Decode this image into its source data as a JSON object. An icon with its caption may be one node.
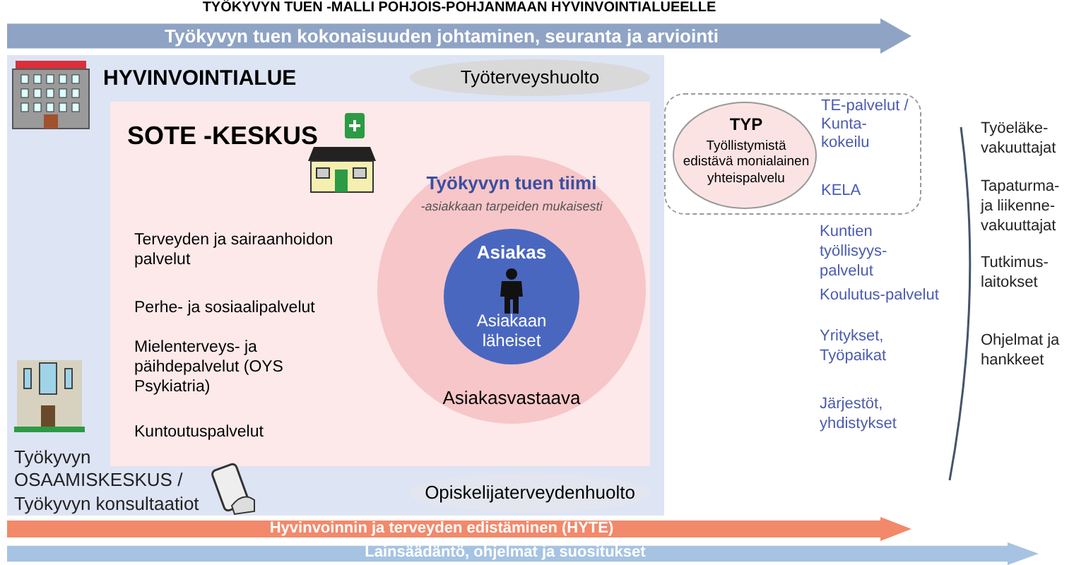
{
  "diagram": {
    "title": "TYÖKYVYN TUEN -MALLI POHJOIS-POHJANMAAN HYVINVOINTIALUEELLE",
    "nodes": [
      {
        "text": [
          "Työkyvyn tuen kokonaisuuden johtaminen, seuranta ja arviointi"
        ]
      },
      {
        "text": [
          "HYVINVOINTIALUE"
        ]
      },
      {
        "text": [
          "Työterveyshuolto"
        ],
        "in": 1
      },
      {
        "text": [
          "SOTE -KESKUS",
          "Terveyden ja sairaanhoidon palvelut",
          "Perhe- ja sosiaalipalvelut",
          "Mielenterveys- ja päihdepalvelut (OYS Psykiatria)",
          "Kuntoutuspalvelut"
        ],
        "in": 1
      },
      {
        "text": [
          "Työkyvyn tuen tiimi",
          "-asiakkaan tarpeiden mukaisesti",
          "Asiakasvastaava"
        ],
        "in": 3
      },
      {
        "text": [
          "Asiakas",
          "Asiakaan läheiset"
        ],
        "in": 4
      },
      {
        "text": [
          "TE-palvelut / Kunta- kokeilu",
          "KELA"
        ]
      },
      {
        "text": [
          "TYP",
          "Työllistymistä edistävä monialainen yhteispalvelu"
        ],
        "in": 6
      },
      {
        "text": [
          "Opiskelijaterveydenhuolto"
        ],
        "in": 1
      },
      {
        "text": [
          "Hyvinvoinnin ja terveyden edistäminen (HYTE)"
        ]
      },
      {
        "text": [
          "Lainsäädäntö, ohjelmat ja suositukset"
        ]
      }
    ],
    "labels": [
      "Kuntien työllisyys-palvelut",
      "Koulutus-palvelut",
      "Yritykset, Työpaikat",
      "Järjestöt, yhdistykset",
      "Työeläke- vakuuttajat",
      "Tapaturma- ja liikenne- vakuuttajat",
      "Tutkimus- laitokset",
      "Ohjelmat ja hankkeet",
      "Työkyvyn OSAAMISKESKUS / Työkyvyn konsultaatiot"
    ]
  }
}
